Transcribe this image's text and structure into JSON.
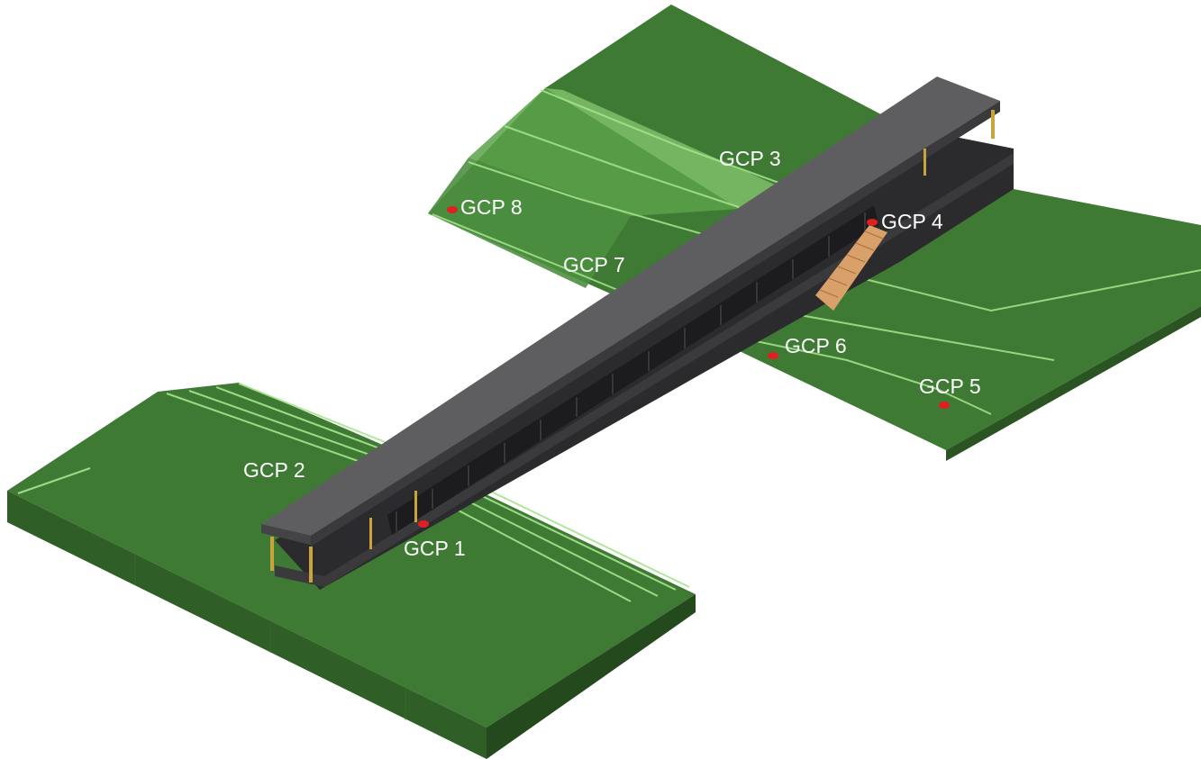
{
  "colors": {
    "terrain_top": "#3f7a34",
    "terrain_top_light": "#4f9442",
    "terrain_side_front": "#2f5f26",
    "terrain_side_dark": "#24491d",
    "cut_slope_light": "#7fc06a",
    "contour_line": "#a8e58e",
    "bridge_top": "#5e5e60",
    "bridge_side": "#3a3a3c",
    "bridge_dark": "#232325",
    "column": "#c9a43a",
    "stair": "#d9a06a",
    "marker": "#e02020",
    "label": "#ffffff"
  },
  "markers": [
    {
      "id": "gcp1",
      "label": "GCP 1"
    },
    {
      "id": "gcp2",
      "label": "GCP 2"
    },
    {
      "id": "gcp3",
      "label": "GCP 3"
    },
    {
      "id": "gcp4",
      "label": "GCP 4"
    },
    {
      "id": "gcp5",
      "label": "GCP 5"
    },
    {
      "id": "gcp6",
      "label": "GCP 6"
    },
    {
      "id": "gcp7",
      "label": "GCP 7"
    },
    {
      "id": "gcp8",
      "label": "GCP 8"
    }
  ]
}
